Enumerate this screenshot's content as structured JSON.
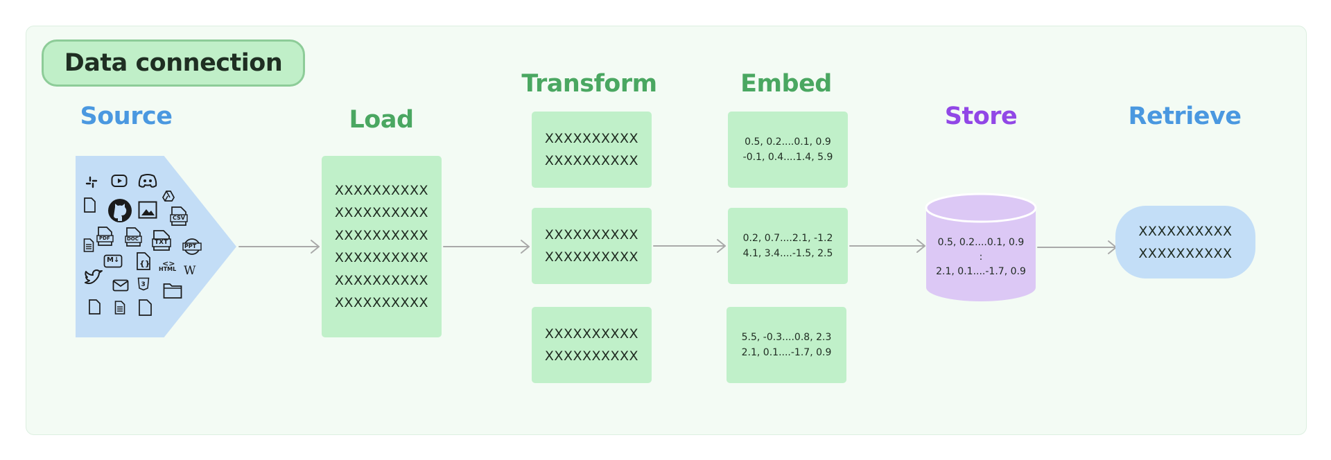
{
  "badge": {
    "label": "Data connection"
  },
  "stages": {
    "source": "Source",
    "load": "Load",
    "transform": "Transform",
    "embed": "Embed",
    "store": "Store",
    "retrieve": "Retrieve"
  },
  "load": {
    "lines": [
      "XXXXXXXXXX",
      "XXXXXXXXXX",
      "XXXXXXXXXX",
      "XXXXXXXXXX",
      "XXXXXXXXXX",
      "XXXXXXXXXX"
    ]
  },
  "transform": {
    "chunks": [
      {
        "lines": [
          "XXXXXXXXXX",
          "XXXXXXXXXX"
        ]
      },
      {
        "lines": [
          "XXXXXXXXXX",
          "XXXXXXXXXX"
        ]
      },
      {
        "lines": [
          "XXXXXXXXXX",
          "XXXXXXXXXX"
        ]
      }
    ]
  },
  "embed": {
    "vectors": [
      {
        "lines": [
          "0.5, 0.2....0.1, 0.9",
          "-0.1, 0.4....1.4, 5.9"
        ]
      },
      {
        "lines": [
          "0.2, 0.7....2.1, -1.2",
          "4.1, 3.4....-1.5, 2.5"
        ]
      },
      {
        "lines": [
          "5.5, -0.3....0.8, 2.3",
          "2.1, 0.1....-1.7, 0.9"
        ]
      }
    ]
  },
  "store": {
    "lines": [
      "0.5, 0.2....0.1, 0.9",
      ":",
      "2.1, 0.1....-1.7, 0.9"
    ]
  },
  "retrieve": {
    "lines": [
      "XXXXXXXXXX",
      "XXXXXXXXXX"
    ]
  },
  "source_icons": {
    "labels": {
      "pdf": "PDF",
      "doc": "DOC",
      "txt": "TXT",
      "ppt": "PPT",
      "csv": "CSV",
      "html": "HTML",
      "md": "M↓",
      "wiki": "W"
    }
  },
  "colors": {
    "panel_bg": "#f3fbf4",
    "green_box": "#c0f0c9",
    "blue_box": "#c3ddf6",
    "purple_store": "#dcc8f5",
    "green_heading": "#4aa761",
    "blue_heading": "#4a98e0",
    "purple_heading": "#9147e6",
    "arrow": "#a9a9a9"
  }
}
